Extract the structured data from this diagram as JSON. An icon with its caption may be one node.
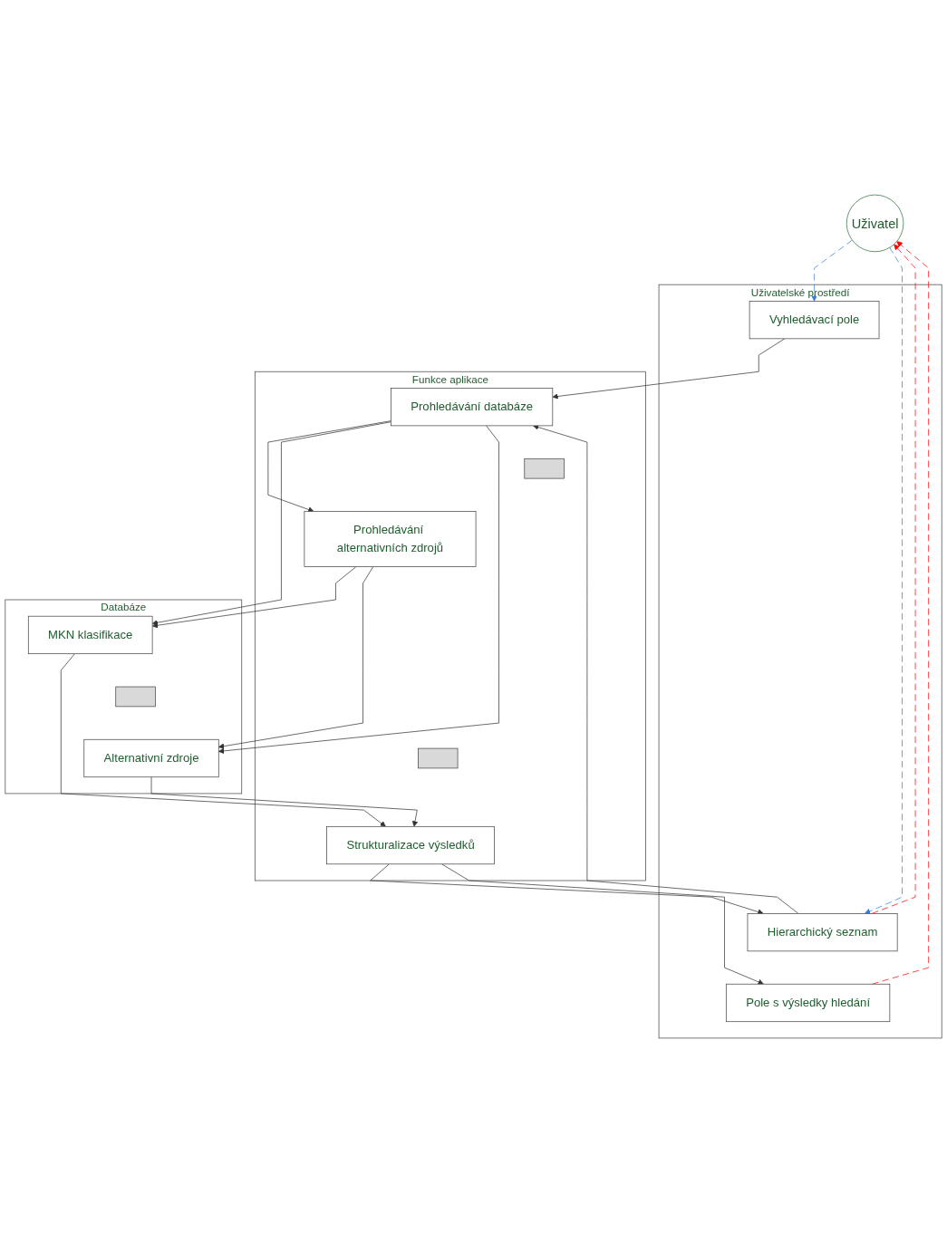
{
  "diagram": {
    "nodes": [
      {
        "text": [
          "Uživatel"
        ]
      },
      {
        "text": [
          "Uživatelské prostředí"
        ]
      },
      {
        "text": [
          "Vyhledávací pole"
        ],
        "in": 1
      },
      {
        "text": [
          "Hierarchický seznam"
        ],
        "in": 1
      },
      {
        "text": [
          "Pole s výsledky hledání"
        ],
        "in": 1
      },
      {
        "text": [
          "Funkce aplikace"
        ]
      },
      {
        "text": [
          "Prohledávání databáze"
        ],
        "in": 5
      },
      {
        "text": [],
        "shape": "bar",
        "in": 5
      },
      {
        "text": [
          "Prohledávání alternativních zdrojů"
        ],
        "in": 5
      },
      {
        "text": [],
        "shape": "bar",
        "in": 5
      },
      {
        "text": [
          "Strukturalizace výsledků"
        ],
        "in": 5
      },
      {
        "text": [
          "Databáze"
        ]
      },
      {
        "text": [
          "MKN klasifikace"
        ],
        "in": 11
      },
      {
        "text": [],
        "shape": "bar",
        "in": 11
      },
      {
        "text": [
          "Alternativní zdroje"
        ],
        "in": 11
      }
    ],
    "edges": [
      {
        "from": 3,
        "to": 0,
        "arrow": "to",
        "style": "dashed",
        "color": "#ff0000"
      },
      {
        "from": 4,
        "to": 0,
        "arrow": "to",
        "style": "dashed",
        "color": "#ff0000"
      },
      {
        "from": 0,
        "to": 2,
        "arrow": "to",
        "style": "dashed",
        "color": "#3a7bd5"
      },
      {
        "from": 0,
        "to": 3,
        "arrow": "to",
        "style": "dashed",
        "color": "#3a7bd5"
      },
      {
        "from": 2,
        "to": 6,
        "arrow": "to"
      },
      {
        "from": 3,
        "to": 6,
        "arrow": "to"
      },
      {
        "from": 6,
        "to": 8,
        "arrow": "to"
      },
      {
        "from": 10,
        "to": 3,
        "arrow": "to"
      },
      {
        "from": 10,
        "to": 4,
        "arrow": "to"
      },
      {
        "from": 12,
        "to": 10,
        "arrow": "to"
      },
      {
        "from": 14,
        "to": 10,
        "arrow": "to"
      },
      {
        "from": 6,
        "to": 12,
        "arrow": "to"
      },
      {
        "from": 6,
        "to": 14,
        "arrow": "to"
      },
      {
        "from": 8,
        "to": 12,
        "arrow": "to"
      },
      {
        "from": 8,
        "to": 14,
        "arrow": "to"
      }
    ]
  }
}
